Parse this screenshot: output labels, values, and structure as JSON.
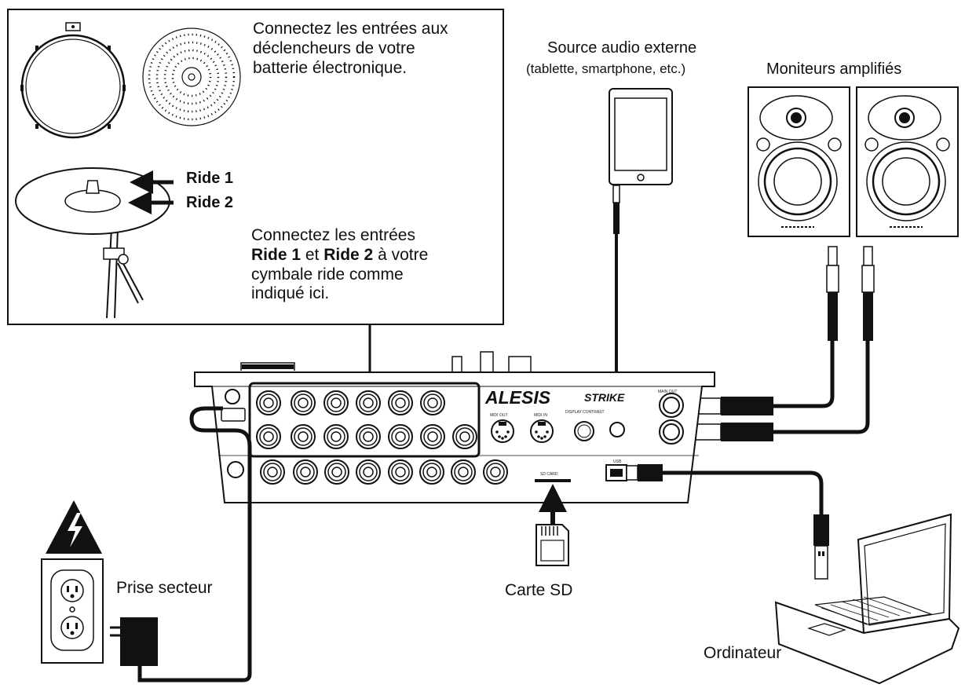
{
  "panel": {
    "connect_triggers": [
      "Connectez les entrées aux",
      "déclencheurs de votre",
      "batterie électronique."
    ],
    "ride_1": "Ride 1",
    "ride_2": "Ride 2",
    "ride_text": {
      "line1": "Connectez les entrées",
      "ride1": "Ride 1",
      "et": " et ",
      "ride2": "Ride 2",
      "line2_rest": " à votre",
      "line3": "cymbale ride comme",
      "line4": "indiqué ici."
    }
  },
  "labels": {
    "audio_source": "Source audio externe",
    "audio_source_note": "(tablette, smartphone, etc.)",
    "monitors": "Moniteurs amplifiés",
    "power_outlet": "Prise secteur",
    "sd_card": "Carte SD",
    "computer": "Ordinateur"
  },
  "module": {
    "brand": "ALESIS",
    "model": "STRIKE",
    "midi_out": "MIDI OUT",
    "midi_in": "MIDI IN",
    "display_contrast": "DISPLAY CONTRAST",
    "main_out": "MAIN OUT",
    "usb": "USB",
    "sd_card_slot": "SD CARD"
  },
  "colors": {
    "ink": "#111111",
    "background": "#ffffff"
  }
}
